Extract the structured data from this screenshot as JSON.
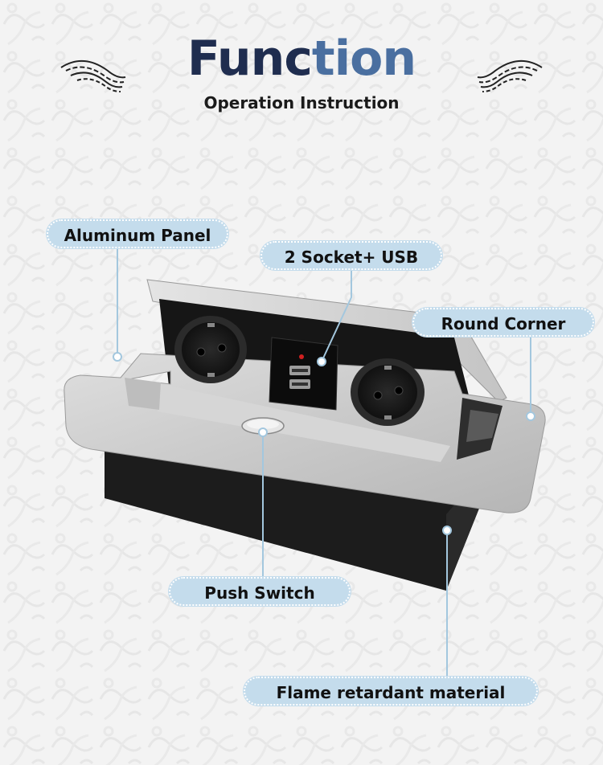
{
  "header": {
    "title_part1": "Func",
    "title_part2": "tion",
    "subtitle": "Operation Instruction"
  },
  "callouts": {
    "aluminum_panel": "Aluminum Panel",
    "sockets_usb": "2 Socket+ USB",
    "round_corner": "Round Corner",
    "push_switch": "Push Switch",
    "flame_retardant": "Flame retardant material"
  },
  "colors": {
    "title_dark": "#1f2d4f",
    "title_accent": "#4a6fa0",
    "label_bg": "#c4dcec",
    "leader_line": "#9ec4dc"
  }
}
